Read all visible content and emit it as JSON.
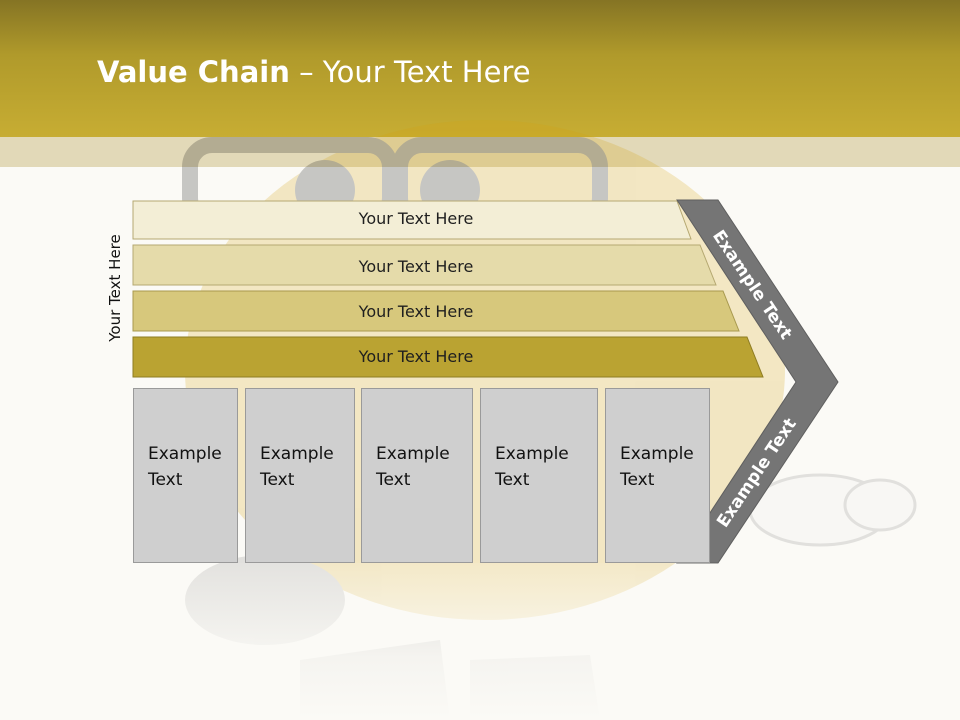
{
  "title": {
    "bold": "Value Chain",
    "rest": " – Your Text Here"
  },
  "vertical_label": "Your Text Here",
  "rows": [
    {
      "label": "Your Text Here"
    },
    {
      "label": "Your Text Here"
    },
    {
      "label": "Your Text Here"
    },
    {
      "label": "Your Text Here"
    }
  ],
  "boxes": [
    {
      "line1": "Example",
      "line2": "Text"
    },
    {
      "line1": "Example",
      "line2": "Text"
    },
    {
      "line1": "Example",
      "line2": "Text"
    },
    {
      "line1": "Example",
      "line2": "Text"
    },
    {
      "line1": "Example",
      "line2": "Text"
    }
  ],
  "chevron": {
    "upper_label": "Example Text",
    "lower_label": "Example Text"
  },
  "colors": {
    "header": "#b09a2b",
    "row1": "#f3eed6",
    "row2": "#e5dbaa",
    "row3": "#d7c87c",
    "row4": "#baa332",
    "chevron": "#757575",
    "box": "#cfcfcf"
  }
}
